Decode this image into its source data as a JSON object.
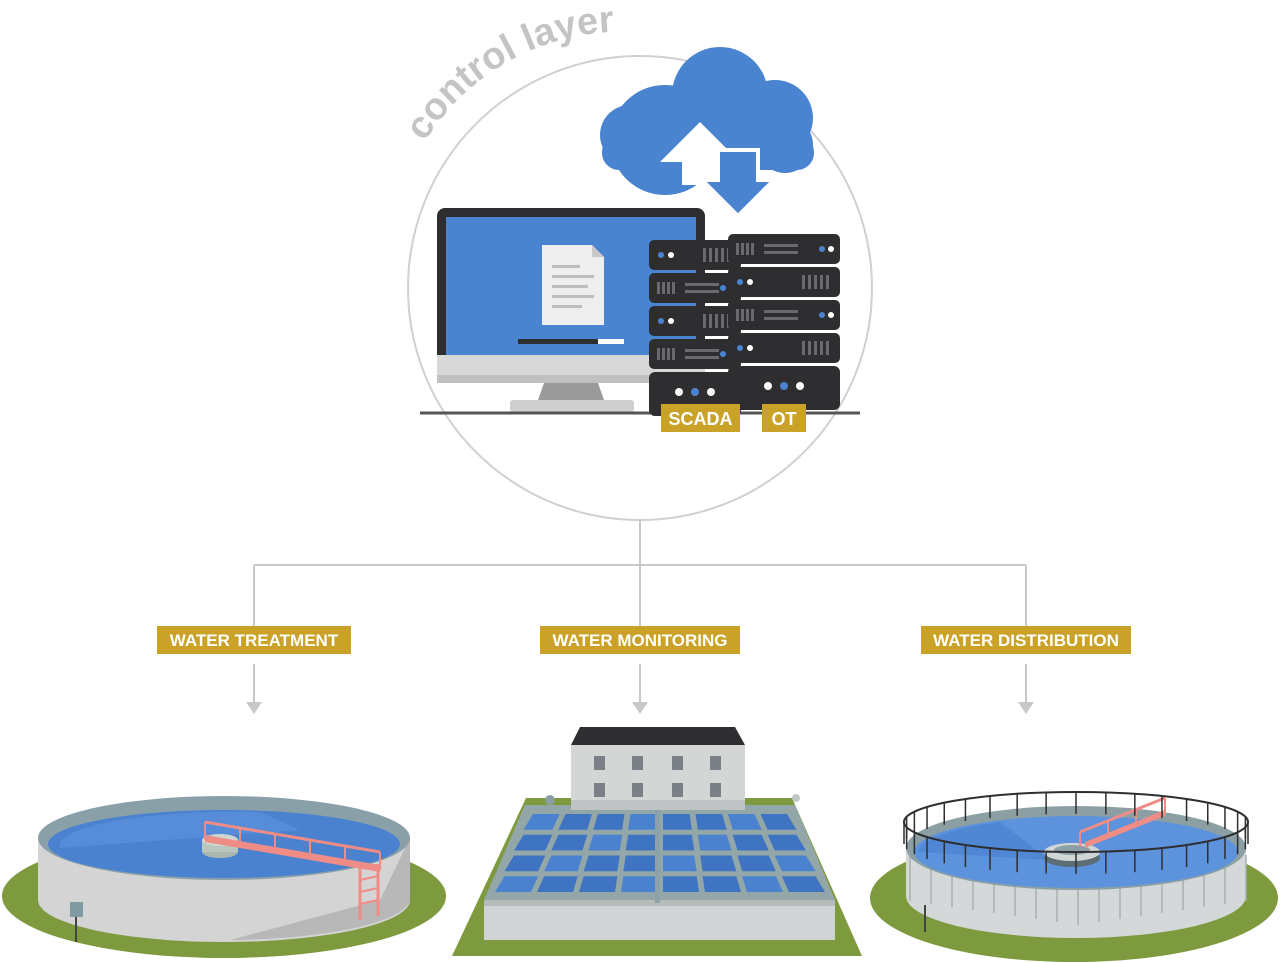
{
  "control_layer": {
    "title": "control layer",
    "server_labels": {
      "scada": "SCADA",
      "ot": "OT"
    }
  },
  "branches": [
    {
      "label": "WATER TREATMENT"
    },
    {
      "label": "WATER MONITORING"
    },
    {
      "label": "WATER DISTRIBUTION"
    }
  ],
  "colors": {
    "accent_gold": "#c9a227",
    "cloud_blue": "#4a84d0",
    "water_blue": "#4b82d0",
    "grass_green": "#7e9a3f",
    "rack_dark": "#2e2e30",
    "rail_pink": "#f08c86",
    "connector_gray": "#c8c8c8"
  }
}
